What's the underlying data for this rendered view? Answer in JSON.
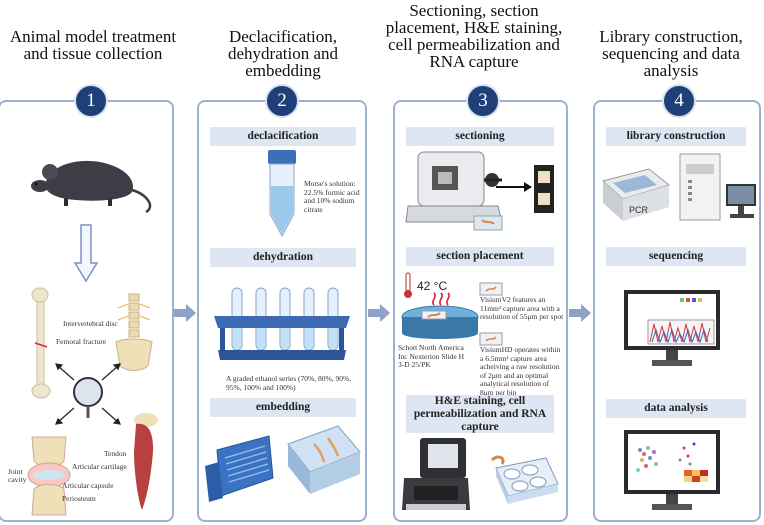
{
  "steps": [
    {
      "number": "1",
      "title": "Animal model treatment and tissue collection"
    },
    {
      "number": "2",
      "title": "Declacification, dehydration and embedding"
    },
    {
      "number": "3",
      "title": "Sectioning, section placement, H&E staining, cell permeabilization and RNA capture"
    },
    {
      "number": "4",
      "title": "Library construction, sequencing and data analysis"
    }
  ],
  "panel1": {
    "labels": {
      "intervertebral_disc": "Intervertebral disc",
      "femoral_fracture": "Femoral fracture",
      "tendon": "Tendon",
      "joint_cavity": "Joint cavity",
      "articular_cartilage": "Articular cartilage",
      "articular_capsule": "Articular capsule",
      "periosteum": "Periosteum"
    }
  },
  "panel2": {
    "decalcification": "declacification",
    "morse": "Morse's solution: 22.5% formic acid and 10% sodium citrate",
    "dehydration": "dehydration",
    "ethanol": "A graded ethanol series (70%, 80%, 90%, 95%, 100% and 100%)",
    "embedding": "embedding"
  },
  "panel3": {
    "sectioning": "sectioning",
    "section_placement": "section placement",
    "temperature": "42 °C",
    "visium_v2": "VisiumV2 features an 11mm² capture area with a resolution of 55μm per spot",
    "visium_hd": "VisiumHD operates within a 6.5mm² capture area acheiving a raw resolution of 2μm and an optimal analytical resolution of 8μm per bin",
    "schott": "Schott North America Inc Nexterion Slide H 3-D 25/PK",
    "he_staining": "H&E staining, cell permeabilization and RNA capture"
  },
  "panel4": {
    "library": "library construction",
    "pcr": "PCR",
    "sequencing": "sequencing",
    "data_analysis": "data analysis"
  },
  "colors": {
    "number_fill": "#1f3f78",
    "band": "#dde6f2",
    "border": "#9db0d0",
    "arrow": "#8ea2c6"
  }
}
